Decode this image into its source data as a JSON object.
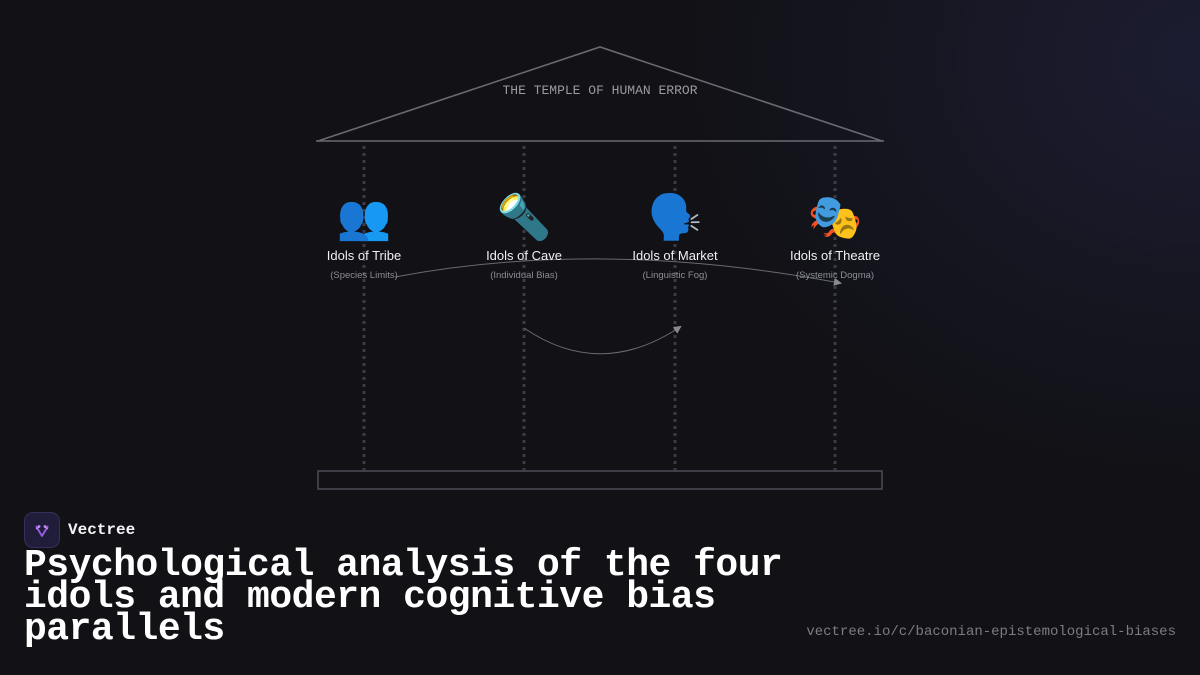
{
  "diagram": {
    "title": "THE TEMPLE OF HUMAN ERROR",
    "idols": [
      {
        "icon": "people-icon",
        "emoji": "👥",
        "name": "Idols of Tribe",
        "subtitle": "(Species Limits)"
      },
      {
        "icon": "flashlight-icon",
        "emoji": "🔦",
        "name": "Idols of Cave",
        "subtitle": "(Individual Bias)"
      },
      {
        "icon": "speaking-head-icon",
        "emoji": "🗣️",
        "name": "Idols of Market",
        "subtitle": "(Linguistic Fog)"
      },
      {
        "icon": "theater-masks-icon",
        "emoji": "🎭",
        "name": "Idols of Theatre",
        "subtitle": "(Systemic Dogma)"
      }
    ]
  },
  "brand": {
    "name": "Vectree",
    "logo_color": "#9b5de5"
  },
  "headline": "Psychological analysis of the four idols and modern cognitive bias parallels",
  "url": "vectree.io/c/baconian-epistemological-biases",
  "colors": {
    "background": "#111116",
    "outline": "#6a6a72",
    "pillar": "#3c3c44",
    "text": "#ffffff",
    "muted": "#7c7c85"
  }
}
